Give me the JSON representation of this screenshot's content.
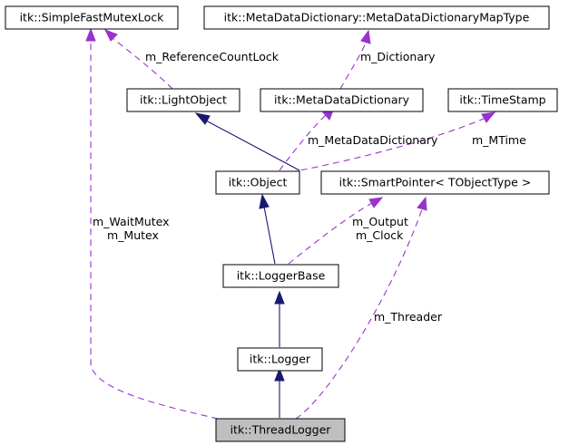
{
  "nodes": {
    "simple_fast_mutex_lock": "itk::SimpleFastMutexLock",
    "meta_data_dictionary_map_type": "itk::MetaDataDictionary::MetaDataDictionaryMapType",
    "light_object": "itk::LightObject",
    "meta_data_dictionary": "itk::MetaDataDictionary",
    "time_stamp": "itk::TimeStamp",
    "object": "itk::Object",
    "smart_pointer": "itk::SmartPointer< TObjectType >",
    "logger_base": "itk::LoggerBase",
    "logger": "itk::Logger",
    "thread_logger": "itk::ThreadLogger"
  },
  "edge_labels": {
    "reference_count_lock": "m_ReferenceCountLock",
    "dictionary": "m_Dictionary",
    "meta_data_dictionary": "m_MetaDataDictionary",
    "mtime": "m_MTime",
    "wait_mutex": "m_WaitMutex",
    "mutex": "m_Mutex",
    "output": "m_Output",
    "clock": "m_Clock",
    "threader": "m_Threader"
  },
  "colors": {
    "inheritance": "#191970",
    "usage": "#9a32cd",
    "highlight_fill": "#bfbfbf"
  }
}
